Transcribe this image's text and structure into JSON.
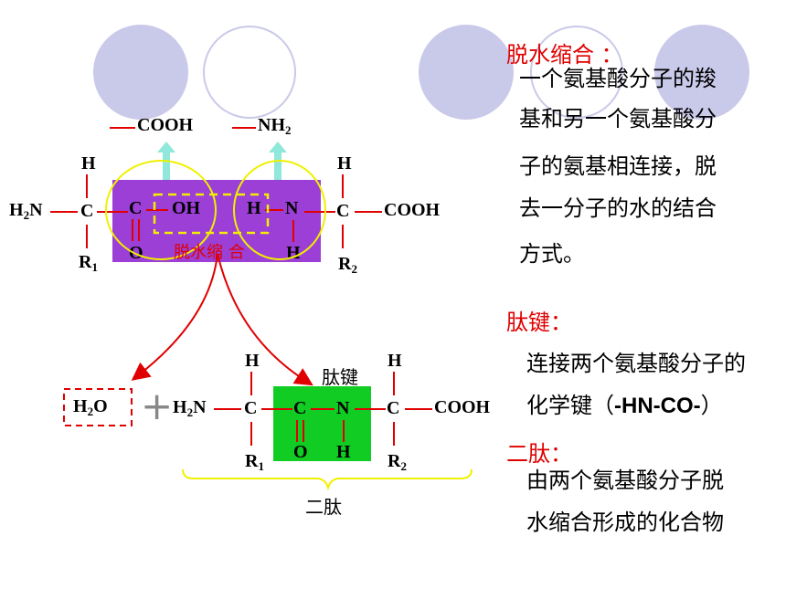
{
  "top_molecule": {
    "cooh_label": "COOH",
    "nh2_label": "NH",
    "nh2_sub": "2",
    "left_h": "H",
    "left_n": "N",
    "left_h2_sub": "2",
    "c1": "C",
    "h_top1": "H",
    "r1": "R",
    "r1_sub": "1",
    "c2": "C",
    "o2": "O",
    "oh": "OH",
    "h_n": "H",
    "n": "N",
    "h_below_n": "H",
    "c3": "C",
    "h_top3": "H",
    "r2": "R",
    "r2_sub": "2",
    "cooh_right": "COOH",
    "reaction_label": "脱水缩 合"
  },
  "bottom_molecule": {
    "water_h": "H",
    "water_sub": "2",
    "water_o": "O",
    "plus": "+",
    "left_h": "H",
    "left_n": "N",
    "left_h2_sub": "2",
    "c1": "C",
    "h_top1": "H",
    "r1": "R",
    "r1_sub": "1",
    "c2": "C",
    "o2": "O",
    "n": "N",
    "h_below_n": "H",
    "c3": "C",
    "h_top3": "H",
    "r2": "R",
    "r2_sub": "2",
    "cooh_right": "COOH",
    "peptide_bond_label": "肽键",
    "dipeptide_label": "二肽"
  },
  "explanations": {
    "dehydration_heading": "脱水缩合 ：",
    "dehydration_text": [
      "一个氨基酸分子的羧",
      "基和另一个氨基酸分",
      "子的氨基相连接，脱",
      "去一分子的水的结合",
      "方式。"
    ],
    "peptide_heading": "肽键：",
    "peptide_text_1": "连接两个氨基酸分子的",
    "peptide_text_2a": "化学键（",
    "peptide_text_2b": "-HN-CO-",
    "peptide_text_2c": "）",
    "dipeptide_heading": "二肽：",
    "dipeptide_text": [
      "由两个氨基酸分子脱",
      "水缩合形成的化合物"
    ]
  },
  "colors": {
    "red": "#e00000",
    "purple": "#9b3fd6",
    "green": "#11cc22",
    "deco": "#c9c9ea",
    "arrow": "#8fe8da",
    "yellow": "#f0f000"
  }
}
